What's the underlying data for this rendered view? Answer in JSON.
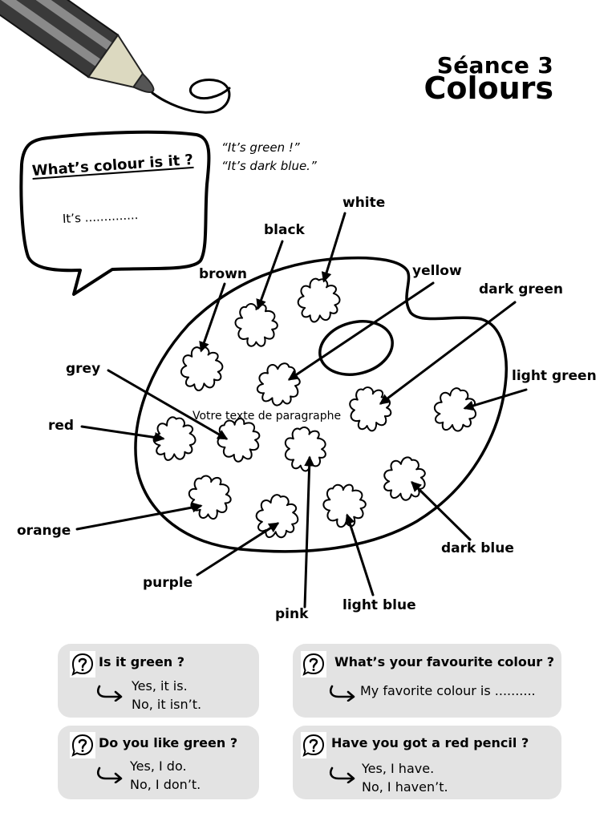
{
  "worksheet": {
    "session": "Séance 3",
    "topic": "Colours"
  },
  "speech_bubble": {
    "question": "What’s colour is it ?",
    "answer_prompt": "It’s .............."
  },
  "example_answers": [
    "“It’s green !”",
    "“It’s dark blue.”"
  ],
  "palette": {
    "colour_labels": [
      "white",
      "black",
      "brown",
      "yellow",
      "dark green",
      "light green",
      "grey",
      "red",
      "orange",
      "purple",
      "pink",
      "light blue",
      "dark blue"
    ],
    "text_box": "Votre texte de paragraphe"
  },
  "dialogues": [
    {
      "question": "Is it green ?",
      "answers": [
        "Yes, it is.",
        "No, it isn’t."
      ]
    },
    {
      "question": "What’s your favourite colour ?",
      "answers": [
        "My favorite colour is .........."
      ]
    },
    {
      "question": "Do you like green ?",
      "answers": [
        "Yes, I do.",
        "No, I don’t."
      ]
    },
    {
      "question": "Have you got a red pencil ?",
      "answers": [
        "Yes, I have.",
        "No, I haven’t."
      ]
    }
  ],
  "icons": {
    "pencil": "pencil-icon",
    "question": "question-bubble-icon",
    "reply": "curved-arrow-icon",
    "paint_blob": "paint-blob-icon"
  },
  "colors": {
    "ink": "#000000",
    "background": "#ffffff",
    "dialogue_box": "#e3e3e3",
    "pencil_body": "#3a3a3a",
    "pencil_stripe": "#8a8a8a",
    "pencil_wood": "#dcd9c0",
    "pencil_lead": "#555555"
  }
}
